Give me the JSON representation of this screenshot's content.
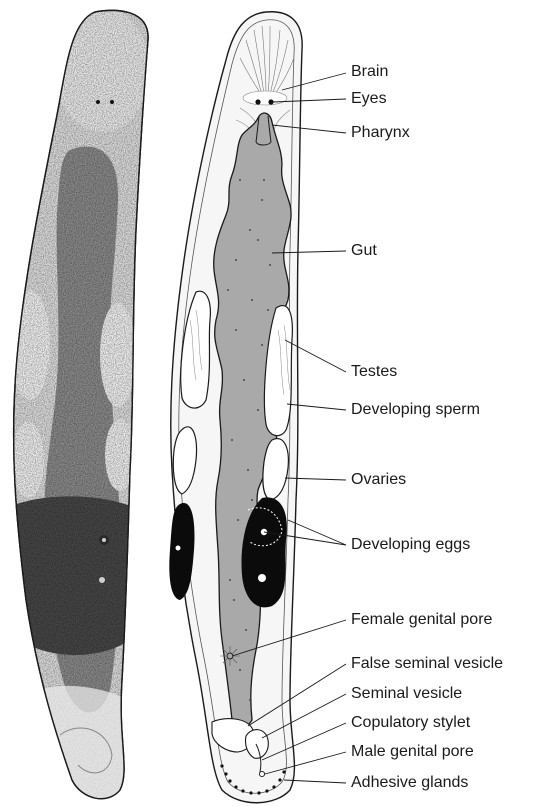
{
  "labels": {
    "brain": "Brain",
    "eyes": "Eyes",
    "pharynx": "Pharynx",
    "gut": "Gut",
    "testes": "Testes",
    "developing_sperm": "Developing sperm",
    "ovaries": "Ovaries",
    "developing_eggs": "Developing eggs",
    "female_genital_pore": "Female genital pore",
    "false_seminal_vesicle": "False seminal vesicle",
    "seminal_vesicle": "Seminal vesicle",
    "copulatory_stylet": "Copulatory stylet",
    "male_genital_pore": "Male genital pore",
    "adhesive_glands": "Adhesive glands"
  },
  "colors": {
    "ink": "#1a1a1a",
    "gut_fill": "#a9a9a9",
    "body_fill": "#f6f6f6",
    "dorsal_light": "#d2d2d2",
    "dorsal_dark": "#5e5e5e",
    "eggs": "#0b0b0b"
  }
}
